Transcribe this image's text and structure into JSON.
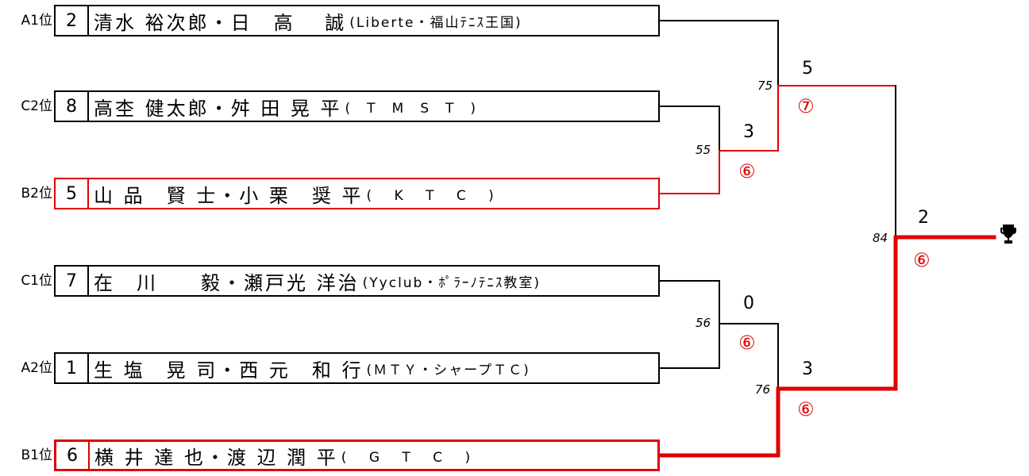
{
  "entries": [
    {
      "seed": "A1位",
      "num": "2",
      "names": "清水 裕次郎・日　高　 誠",
      "club": "(Liberte・福山ﾃﾆｽ王国)"
    },
    {
      "seed": "C2位",
      "num": "8",
      "names": "高杢 健太郎・舛 田 晃 平",
      "club": "(　T　M　S　T　)"
    },
    {
      "seed": "B2位",
      "num": "5",
      "names": "山 品　賢 士・小 栗　奨 平",
      "club": "(　 K　 T　 C　 )"
    },
    {
      "seed": "C1位",
      "num": "7",
      "names": "在　川　　毅・瀬戸光 洋治",
      "club": "(Yyclub・ﾎﾟﾗｰﾉﾃﾆｽ教室)"
    },
    {
      "seed": "A2位",
      "num": "1",
      "names": "生 塩　晃 司・西 元　和 行",
      "club": "(ＭＴＹ・シャープＴＣ)"
    },
    {
      "seed": "B1位",
      "num": "6",
      "names": "横 井 達 也・渡 辺 潤 平",
      "club": "(　 G　 T　 C　 )"
    }
  ],
  "matches": {
    "m75": {
      "no": "75",
      "top_score": "5",
      "bottom_score": "⑦"
    },
    "m55": {
      "no": "55",
      "top_score": "3",
      "bottom_score": "⑥"
    },
    "m56": {
      "no": "56",
      "top_score": "0",
      "bottom_score": "⑥"
    },
    "m76": {
      "no": "76",
      "top_score": "3",
      "bottom_score": "⑥"
    },
    "m84": {
      "no": "84",
      "top_score": "2",
      "bottom_score": "⑥"
    }
  },
  "trophy_icon": "trophy-icon",
  "colors": {
    "winner": "#e00000",
    "line": "#000000"
  }
}
